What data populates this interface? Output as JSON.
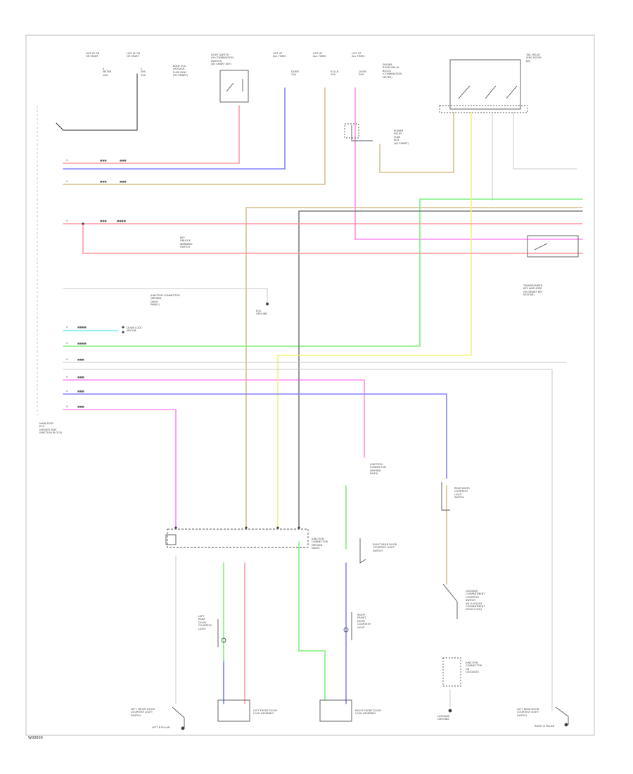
{
  "colors": {
    "red": "#ff9aa0",
    "blue": "#8484ff",
    "tan": "#d7c08a",
    "pink": "#ff8cf2",
    "green": "#7ff07f",
    "yellow": "#f5f27a",
    "gray": "#7d7d7d",
    "lightgray": "#c8c8c8",
    "cyan": "#7fe8ee",
    "black": "#2a2a2a"
  },
  "labels": {
    "fuse_a": "HOT IN ON\nOR START",
    "fuse_b": "HOT IN ON\nOR START",
    "fuse_a_sub": "4\nMETER\n10A",
    "fuse_b_sub": "2\nSRS\n10A",
    "body_ecu": "BODY ECU\n(IN DASH\nFUSE BOX)\n(W/ SMART)",
    "light_switch": "LIGHT SWITCH\n(IN COMBINATION\nSWITCH)\n(W/ SMART KEY)",
    "hot_at_all_1": "HOT AT\nALL TIMES",
    "hot_at_all_2": "HOT AT\nALL TIMES",
    "hot_at_all_3": "HOT AT\nALL TIMES",
    "dome_fuse": "DOME\n10A",
    "ecu_b_fuse": "ECU-B\n10A",
    "door_fuse": "DOOR\n20A",
    "engine_room": "ENGINE\nROOM RELAY\nBLOCK\n(COMBINATION\nMETER)",
    "tail_relay": "TAIL RELAY\n(ENG ROOM\nJ/B)",
    "power_relay": "POWER\nRELAY\nFUSE\nBOX\n(W/ SMART)",
    "key_sw": "KEY\nUNLOCK\nWARNING\nSWITCH",
    "junction_conn": "JUNCTION CONNECTOR\n(BEHIND\nDASH\nPANEL)",
    "transponder": "TRANSPONDER\nKEY AMPLIFIER\n(W/ SMART KEY\nSYSTEM)",
    "door_lock_motor": "DOOR LOCK\nMOTOR",
    "ecu_ground": "ECU\nGROUND",
    "main_body": "MAIN BODY\nECU\n(DRIVER SIDE\nJUNCTION BLOCK)",
    "left_front_courtesy": "LEFT FRONT DOOR\nCOURTESY LIGHT\nSWITCH",
    "left_front_lock": "LEFT FRONT DOOR\nLOCK ASSEMBLY",
    "right_front_lock": "RIGHT FRONT DOOR\nLOCK ASSEMBLY",
    "right_rear_courtesy": "RIGHT REAR DOOR\nCOURTESY LIGHT\nSWITCH",
    "luggage_courtesy": "LUGGAGE\nCOMPARTMENT\nCOURTESY\nSWITCH\n(IN LUGGAGE\nCOMPARTMENT\nDOOR LOCK)",
    "junction_mid": "JUNCTION\nCONNECTOR\n(BEHIND\nDASH)",
    "junction_right": "JUNCTION\nCONNECTOR\n(BEHIND\nDASH)",
    "junction_lower": "JUNCTION\nCONNECTOR\n(IN\nLUGGAGE)",
    "rear_door_courtesy": "REAR DOOR\nCOURTESY\nLIGHT\nSWITCH",
    "left_rear_courtesy": "LEFT\nREAR\nDOOR\nCOURTESY\nLIGHT",
    "right_front_courtesy": "RIGHT\nFRONT\nDOOR\nCOURTESY\nLIGHT",
    "luggage_ground": "LUGGAGE\nGROUND",
    "left_rear_switch": "LEFT REAR DOOR\nCOURTESY LIGHT\nSWITCH",
    "left_rear_pillar": "LEFT B PILLAR",
    "right_rear_pillar": "RIGHT B PILLAR",
    "footer_code": "W00000"
  }
}
